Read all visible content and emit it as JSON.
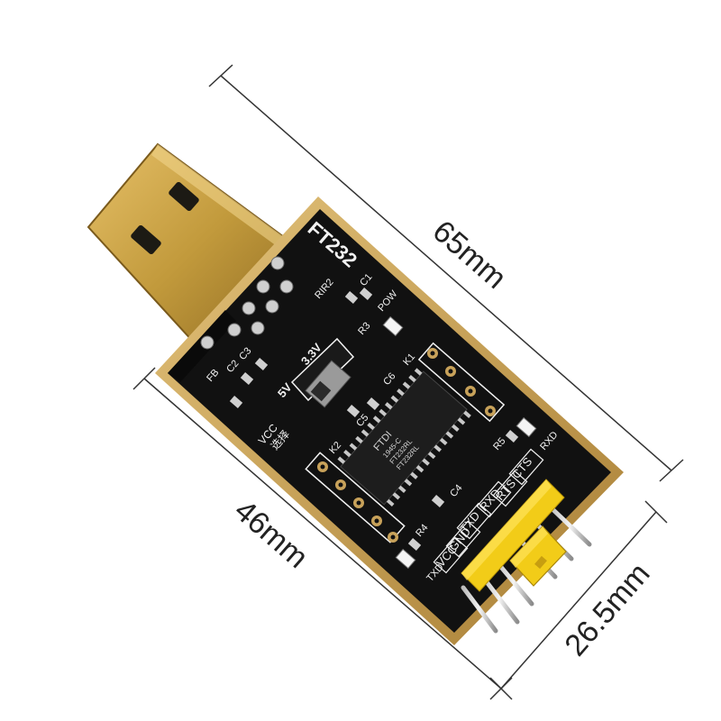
{
  "dimensions": {
    "length": "65mm",
    "board_length": "46mm",
    "width": "26.5mm"
  },
  "silkscreen": {
    "board_name": "FT232",
    "rir2": "RIR2",
    "c1": "C1",
    "r3": "R3",
    "pow": "POW",
    "c6": "C6",
    "k1": "K1",
    "v33": "3.3V",
    "v5": "5V",
    "c3": "C3",
    "c2": "C2",
    "fb": "FB",
    "c5": "C5",
    "vcc_sel": "VCC",
    "sel_cn": "选择",
    "k2": "K2",
    "chip_brand": "FTDI",
    "chip_line1": "1945-C",
    "chip_line2": "FT232RL",
    "chip_line3": "FT232RL",
    "c4": "C4",
    "r5": "R5",
    "rxd_led": "RXD",
    "r4": "R4",
    "txd_led": "TXD",
    "pins": [
      "VCC",
      "GND",
      "TXD",
      "RXD",
      "RTS",
      "CTS"
    ]
  },
  "colors": {
    "pcb": "#111111",
    "pcb_edge": "#c8a25a",
    "usb_gold": "#c9a040",
    "header_yellow": "#f2cc18",
    "silk": "#f2f2f2"
  }
}
